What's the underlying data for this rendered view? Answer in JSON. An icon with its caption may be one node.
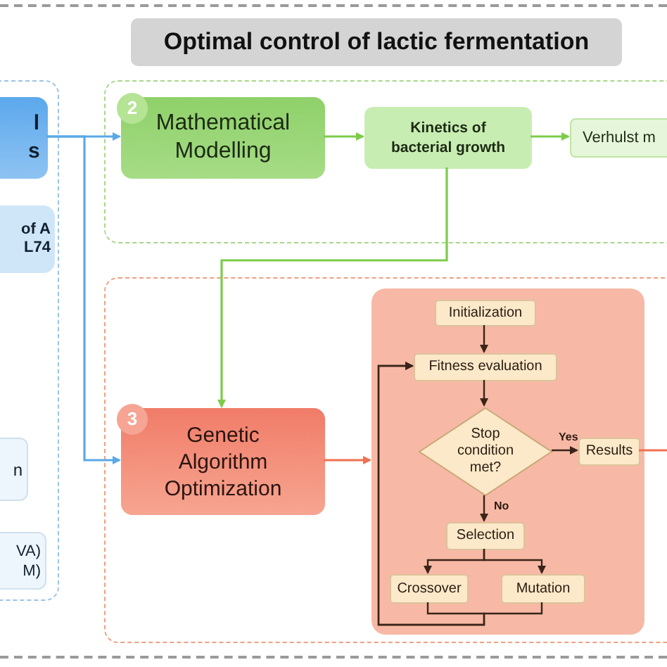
{
  "diagram": {
    "title": "Optimal control of lactic fermentation",
    "nodes": [
      {
        "text": [],
        "shape": "box"
      },
      {
        "text": [
          "l s"
        ],
        "in": 0
      },
      {
        "text": [
          "of A L74"
        ],
        "in": 0
      },
      {
        "text": [
          "n"
        ],
        "in": 0
      },
      {
        "text": [
          "VA) M)"
        ],
        "in": 0
      },
      {
        "text": [],
        "shape": "box"
      },
      {
        "text": [
          "2",
          "Mathematical Modelling"
        ],
        "in": 5
      },
      {
        "text": [
          "Kinetics of bacterial growth"
        ],
        "in": 5
      },
      {
        "text": [
          "Verhulst m"
        ],
        "in": 5
      },
      {
        "text": [],
        "shape": "box"
      },
      {
        "text": [
          "3",
          "Genetic Algorithm Optimization"
        ],
        "in": 9
      },
      {
        "text": [],
        "shape": "box",
        "in": 9
      },
      {
        "text": [
          "Initialization"
        ],
        "in": 11
      },
      {
        "text": [
          "Fitness evaluation"
        ],
        "in": 11
      },
      {
        "text": [
          "Stop condition met?"
        ],
        "in": 11
      },
      {
        "text": [
          "Results"
        ],
        "in": 11
      },
      {
        "text": [
          "Selection"
        ],
        "in": 11
      },
      {
        "text": [
          "Crossover"
        ],
        "in": 11
      },
      {
        "text": [
          "Mutation"
        ],
        "in": 11
      }
    ],
    "edges": [
      {
        "from": 1,
        "to": 6,
        "arrow": "to",
        "color": "#5aa9e6"
      },
      {
        "from": 1,
        "to": 10,
        "arrow": "to",
        "color": "#5aa9e6"
      },
      {
        "from": 6,
        "to": 7,
        "arrow": "to",
        "color": "#7ccc4a"
      },
      {
        "from": 7,
        "to": 8,
        "arrow": "to",
        "color": "#7ccc4a"
      },
      {
        "from": 7,
        "to": 10,
        "arrow": "to",
        "color": "#7ccc4a"
      },
      {
        "from": 10,
        "to": 11,
        "arrow": "to",
        "color": "#f07050"
      },
      {
        "from": 12,
        "to": 13,
        "arrow": "to"
      },
      {
        "from": 13,
        "to": 14,
        "arrow": "to"
      },
      {
        "from": 14,
        "to": 15,
        "arrow": "to",
        "label": "Yes"
      },
      {
        "from": 14,
        "to": 16,
        "arrow": "to",
        "label": "No"
      },
      {
        "from": 16,
        "to": 17,
        "arrow": "to"
      },
      {
        "from": 16,
        "to": 18,
        "arrow": "to"
      },
      {
        "from": 17,
        "to": 13,
        "arrow": "to"
      },
      {
        "from": 18,
        "to": 13,
        "arrow": "to"
      },
      {
        "from": 15,
        "to": null,
        "arrow": "none",
        "color": "#f07050"
      }
    ]
  }
}
